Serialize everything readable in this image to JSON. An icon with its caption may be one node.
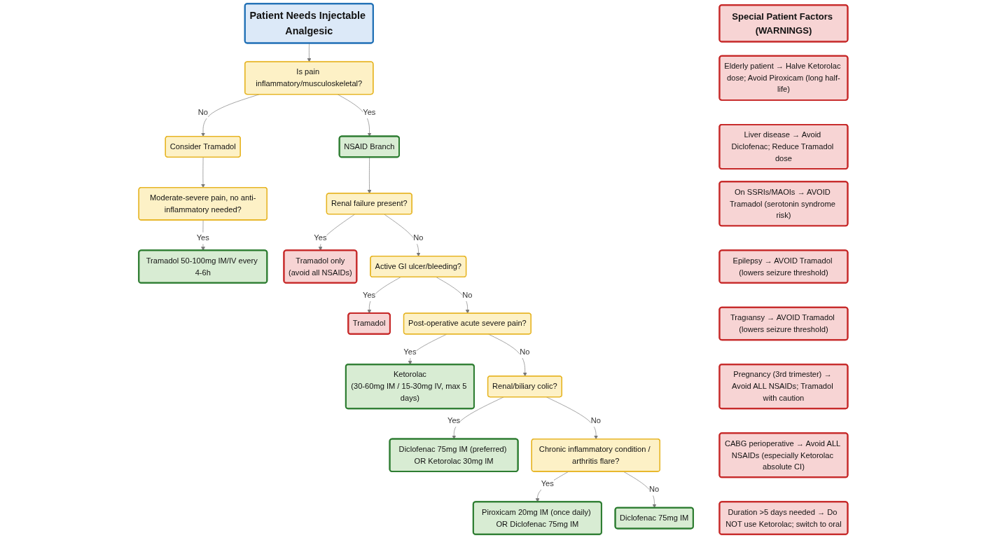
{
  "diagram": {
    "nodes": [
      {
        "text": [
          "Patient Needs Injectable Analgesic"
        ]
      },
      {
        "text": [
          "Is pain inflammatory/musculoskeletal?"
        ]
      },
      {
        "text": [
          "NSAID Branch"
        ]
      },
      {
        "text": [
          "Consider Tramadol"
        ]
      },
      {
        "text": [
          "Moderate-severe pain, no anti-inflammatory needed?"
        ]
      },
      {
        "text": [
          "Tramadol 50-100mg IM/IV every 4-6h"
        ]
      },
      {
        "text": [
          "Renal failure present?"
        ]
      },
      {
        "text": [
          "Tramadol only",
          "(avoid all NSAIDs)"
        ]
      },
      {
        "text": [
          "Active GI ulcer/bleeding?"
        ]
      },
      {
        "text": [
          "Tramadol"
        ]
      },
      {
        "text": [
          "Post-operative acute severe pain?"
        ]
      },
      {
        "text": [
          "Ketorolac",
          "(30-60mg IM / 15-30mg IV, max 5 days)"
        ]
      },
      {
        "text": [
          "Renal/biliary colic?"
        ]
      },
      {
        "text": [
          "Diclofenac 75mg IM (preferred) OR Ketorolac 30mg IM"
        ]
      },
      {
        "text": [
          "Chronic inflammatory condition / arthritis flare?"
        ]
      },
      {
        "text": [
          "Piroxicam 20mg IM (once daily) OR Diclofenac 75mg IM"
        ]
      },
      {
        "text": [
          "Diclofenac 75mg IM"
        ]
      },
      {
        "text": [
          "Special Patient Factors (WARNINGS)"
        ]
      },
      {
        "text": [
          "Elderly patient → Halve Ketorolac dose; Avoid Piroxicam (long half-life)"
        ]
      },
      {
        "text": [
          "Liver disease → Avoid Diclofenac; Reduce Tramadol dose"
        ]
      },
      {
        "text": [
          "On SSRIs/MAOIs → AVOID Tramadol (serotonin syndrome risk)"
        ]
      },
      {
        "text": [
          "Epilepsy → AVOID Tramadol (lowers seizure threshold)"
        ]
      },
      {
        "text": [
          "Tragıansy → AVOID Tramadol (lowers seizure threshold)"
        ]
      },
      {
        "text": [
          "Pregnancy (3rd trimester) → Avoid ALL NSAIDs; Tramadol with caution"
        ]
      },
      {
        "text": [
          "CABG perioperative → Avoid ALL NSAIDs (especially Ketorolac absolute CI)"
        ]
      },
      {
        "text": [
          "Duration >5 days needed → Do NOT use Ketorolac; switch to oral"
        ]
      }
    ],
    "edges": [
      {
        "from": 0,
        "to": 1,
        "arrow": "to"
      },
      {
        "from": 1,
        "to": 3,
        "arrow": "to",
        "label": "No"
      },
      {
        "from": 1,
        "to": 2,
        "arrow": "to",
        "label": "Yes"
      },
      {
        "from": 3,
        "to": 4,
        "arrow": "to"
      },
      {
        "from": 4,
        "to": 5,
        "arrow": "to",
        "label": "Yes"
      },
      {
        "from": 2,
        "to": 6,
        "arrow": "to"
      },
      {
        "from": 6,
        "to": 7,
        "arrow": "to",
        "label": "Yes"
      },
      {
        "from": 6,
        "to": 8,
        "arrow": "to",
        "label": "No"
      },
      {
        "from": 8,
        "to": 9,
        "arrow": "to",
        "label": "Yes"
      },
      {
        "from": 8,
        "to": 10,
        "arrow": "to",
        "label": "No"
      },
      {
        "from": 10,
        "to": 11,
        "arrow": "to",
        "label": "Yes"
      },
      {
        "from": 10,
        "to": 12,
        "arrow": "to",
        "label": "No"
      },
      {
        "from": 12,
        "to": 13,
        "arrow": "to",
        "label": "Yes"
      },
      {
        "from": 12,
        "to": 14,
        "arrow": "to",
        "label": "No"
      },
      {
        "from": 14,
        "to": 15,
        "arrow": "to",
        "label": "Yes"
      },
      {
        "from": 14,
        "to": 16,
        "arrow": "to",
        "label": "No"
      }
    ]
  }
}
